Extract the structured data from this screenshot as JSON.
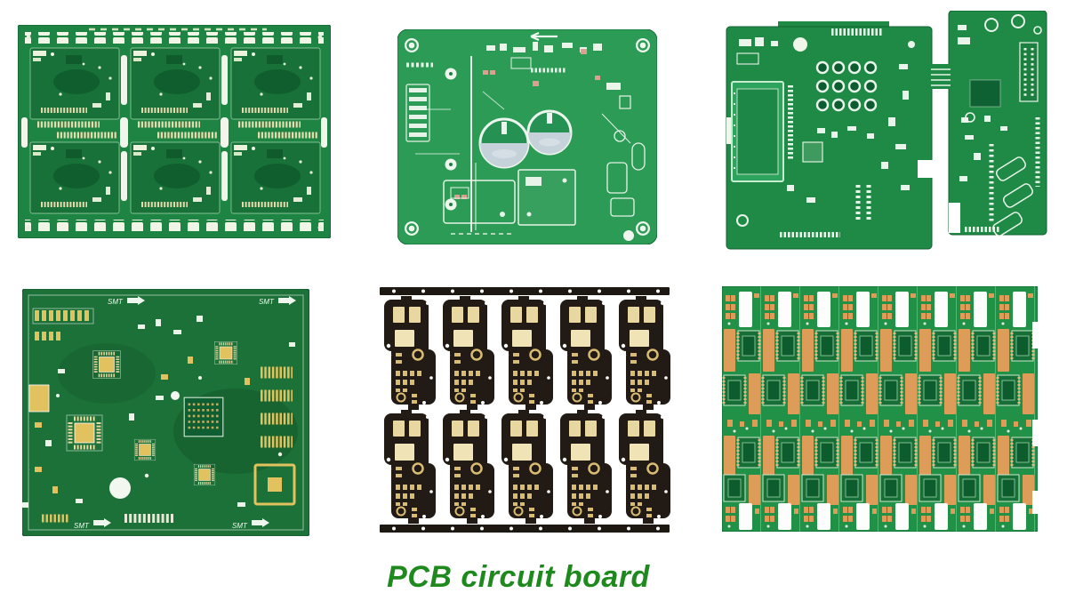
{
  "caption": {
    "text": "PCB circuit board"
  },
  "theme": {
    "page-bg": "#ffffff",
    "caption-green": "#1e8a1e",
    "b1-green": "#1e8444",
    "b1-dark": "#177138",
    "b2-green": "#2b9b55",
    "b3-green": "#1f8a45",
    "b4-green": "#1c7138",
    "b4-gold": "#e2c25e",
    "b5-black": "#221b15",
    "b5-gold": "#e8d7a0",
    "b6-green": "#209147",
    "b6-copper": "#dd9c58",
    "silk-white": "#edf6ee",
    "pad-white": "#f1f5e6"
  },
  "boards": [
    {
      "name": "green-pcb-panel-6up"
    },
    {
      "name": "bare-green-power-pcb"
    },
    {
      "name": "two-section-green-pcb"
    },
    {
      "name": "green-pcb-gold-smt-board",
      "smt_label": "SMT"
    },
    {
      "name": "black-pcb-panel-10up"
    },
    {
      "name": "green-pcb-panel-copper-pads"
    }
  ]
}
